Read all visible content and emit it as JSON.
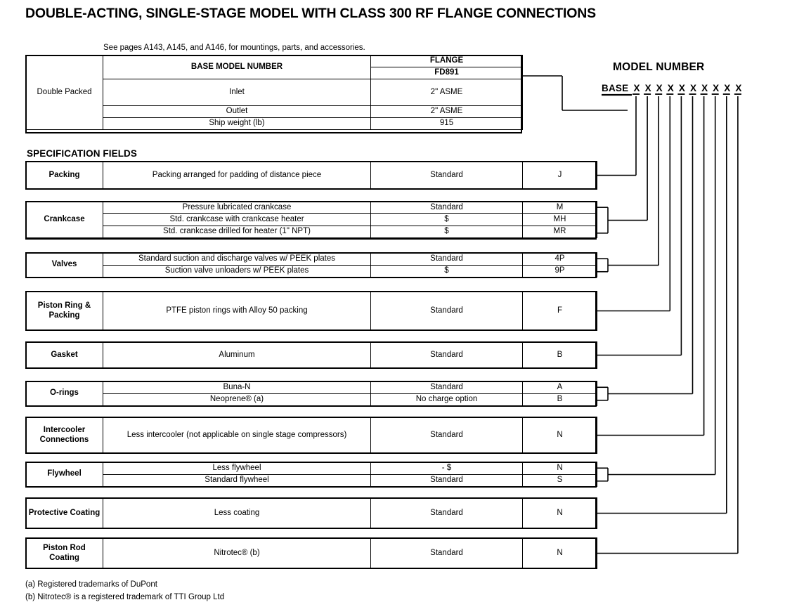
{
  "title": "DOUBLE-ACTING, SINGLE-STAGE MODEL WITH CLASS 300 RF FLANGE CONNECTIONS",
  "note": "See pages A143, A145, and A146, for mountings, parts, and accessories.",
  "spec_heading": "SPECIFICATION FIELDS",
  "model_number": {
    "heading": "MODEL NUMBER",
    "base_label": "BASE",
    "x_slots": [
      "X",
      "X",
      "X",
      "X",
      "X",
      "X",
      "X",
      "X",
      "X",
      "X"
    ]
  },
  "base_table": {
    "side_label": "Double Packed",
    "col_header": "BASE MODEL NUMBER",
    "flange_header": "FLANGE",
    "model_code": "FD891",
    "rows": [
      {
        "label": "Inlet",
        "value": "2\" ASME"
      },
      {
        "label": "Outlet",
        "value": "2\" ASME"
      },
      {
        "label": "Ship weight (lb)",
        "value": "915"
      }
    ]
  },
  "spec_blocks": [
    {
      "name": "Packing",
      "rows": [
        {
          "desc": "Packing arranged for padding of distance piece",
          "price": "Standard",
          "code": "J"
        }
      ]
    },
    {
      "name": "Crankcase",
      "rows": [
        {
          "desc": "Pressure lubricated crankcase",
          "price": "Standard",
          "code": "M"
        },
        {
          "desc": "Std. crankcase with crankcase heater",
          "price": "$",
          "code": "MH"
        },
        {
          "desc": "Std. crankcase drilled for heater (1\" NPT)",
          "price": "$",
          "code": "MR"
        }
      ]
    },
    {
      "name": "Valves",
      "rows": [
        {
          "desc": "Standard suction and discharge valves w/ PEEK plates",
          "price": "Standard",
          "code": "4P"
        },
        {
          "desc": "Suction valve unloaders w/ PEEK plates",
          "price": "$",
          "code": "9P"
        }
      ]
    },
    {
      "name": "Piston Ring & Packing",
      "rows": [
        {
          "desc": "PTFE piston rings with Alloy 50 packing",
          "price": "Standard",
          "code": "F"
        }
      ]
    },
    {
      "name": "Gasket",
      "rows": [
        {
          "desc": "Aluminum",
          "price": "Standard",
          "code": "B"
        }
      ]
    },
    {
      "name": "O-rings",
      "rows": [
        {
          "desc": "Buna-N",
          "price": "Standard",
          "code": "A"
        },
        {
          "desc": "Neoprene® (a)",
          "price": "No charge option",
          "code": "B"
        }
      ]
    },
    {
      "name": "Intercooler Connections",
      "rows": [
        {
          "desc": "Less intercooler (not applicable on single stage compressors)",
          "price": "Standard",
          "code": "N"
        }
      ]
    },
    {
      "name": "Flywheel",
      "rows": [
        {
          "desc": "Less flywheel",
          "price": "- $",
          "code": "N"
        },
        {
          "desc": "Standard flywheel",
          "price": "Standard",
          "code": "S"
        }
      ]
    },
    {
      "name": "Protective Coating",
      "rows": [
        {
          "desc": "Less coating",
          "price": "Standard",
          "code": "N"
        }
      ]
    },
    {
      "name": "Piston Rod Coating",
      "rows": [
        {
          "desc": "Nitrotec® (b)",
          "price": "Standard",
          "code": "N"
        }
      ]
    }
  ],
  "footnotes": [
    "(a) Registered trademarks of DuPont",
    "(b) Nitrotec® is a registered trademark of TTI Group Ltd"
  ]
}
